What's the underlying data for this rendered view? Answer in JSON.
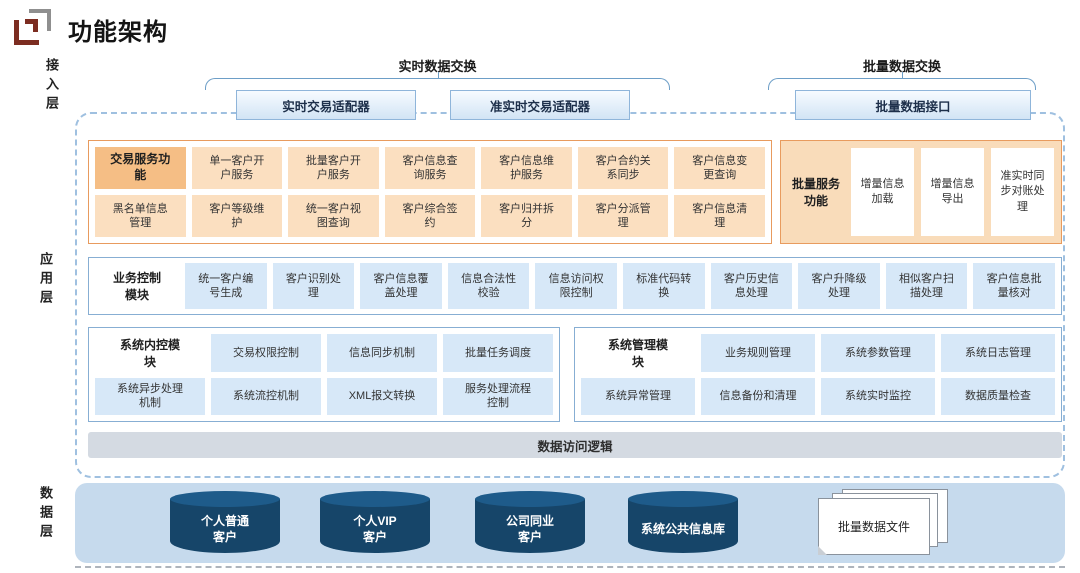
{
  "title": "功能架构",
  "layer_labels": {
    "access": "接入层",
    "application": "应用层",
    "data": "数据层"
  },
  "access_layer": {
    "realtime_label": "实时数据交换",
    "batch_label": "批量数据交换",
    "adapters": [
      "实时交易适配器",
      "准实时交易适配器",
      "批量数据接口"
    ]
  },
  "transaction_services": {
    "header": "交易服务功能",
    "services": [
      "单一客户开户服务",
      "批量客户开户服务",
      "客户信息查询服务",
      "客户信息维护服务",
      "客户合约关系同步",
      "客户信息变更查询",
      "黑名单信息管理",
      "客户等级维护",
      "统一客户视图查询",
      "客户综合签约",
      "客户归并拆分",
      "客户分派管理",
      "客户信息清理"
    ]
  },
  "batch_services": {
    "header": "批量服务功能",
    "items": [
      "增量信息加载",
      "增量信息导出",
      "准实时同步对账处理"
    ]
  },
  "business_control": {
    "header": "业务控制模块",
    "items": [
      "统一客户编号生成",
      "客户识别处理",
      "客户信息覆盖处理",
      "信息合法性校验",
      "信息访问权限控制",
      "标准代码转换",
      "客户历史信息处理",
      "客户升降级处理",
      "相似客户扫描处理",
      "客户信息批量核对"
    ]
  },
  "internal_control": {
    "header": "系统内控模块",
    "cells": [
      "交易权限控制",
      "信息同步机制",
      "批量任务调度",
      "系统异步处理机制",
      "系统流控机制",
      "XML报文转换",
      "服务处理流程控制"
    ]
  },
  "system_management": {
    "header": "系统管理模块",
    "cells": [
      "业务规则管理",
      "系统参数管理",
      "系统日志管理",
      "系统异常管理",
      "信息备份和清理",
      "系统实时监控",
      "数据质量检查"
    ]
  },
  "data_access_bar": "数据访问逻辑",
  "data_layer": {
    "databases": [
      "个人普通客户",
      "个人VIP客户",
      "公司同业客户",
      "系统公共信息库"
    ],
    "files_label": "批量数据文件"
  },
  "palette": {
    "orange_border": "#e89b5e",
    "orange_header": "#f5be85",
    "orange_cell": "#fbdfc0",
    "blue_border": "#87aed3",
    "blue_cell": "#d7e8f8",
    "dashed_border": "#9fc0e0",
    "data_layer_bg": "#c6daed",
    "cylinder_navy": "#164569",
    "gray_bar": "#d4dae2",
    "logo_maroon": "#7c2d21"
  }
}
